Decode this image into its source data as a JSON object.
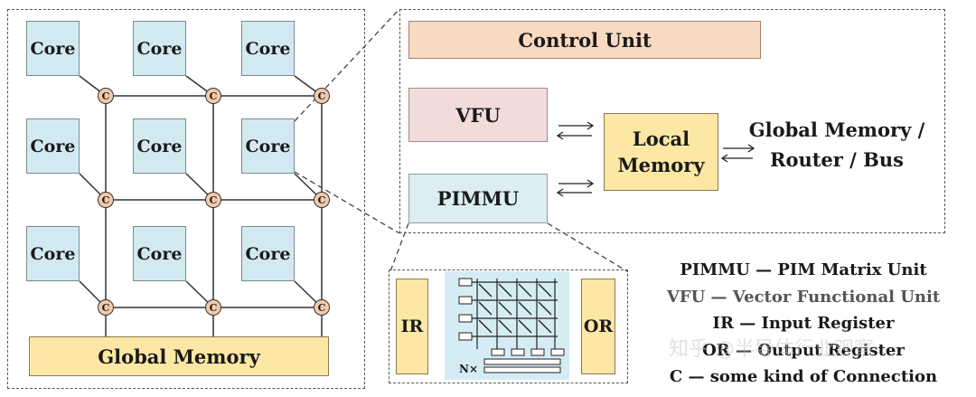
{
  "grid": {
    "cores": [
      "Core",
      "Core",
      "Core",
      "Core",
      "Core",
      "Core",
      "Core",
      "Core",
      "Core"
    ],
    "connection_symbol": "C",
    "global_memory": "Global Memory"
  },
  "detail": {
    "control_unit": "Control Unit",
    "vfu": "VFU",
    "pimmu": "PIMMU",
    "local_memory": "Local Memory",
    "external": "Global Memory / Router / Bus"
  },
  "pimmu_detail": {
    "ir": "IR",
    "or": "OR",
    "multiplier": "N×"
  },
  "legend": [
    "PIMMU — PIM Matrix Unit",
    "VFU — Vector Functional Unit",
    "IR — Input Register",
    "OR — Output Register",
    "C — some kind of Connection"
  ],
  "watermark": "知乎 @半导体行业观察",
  "colors": {
    "core_fill": "#d3e9f2",
    "connection_fill": "#f4c9a8",
    "memory_fill": "#fde7a4",
    "control_fill": "#fad9c1",
    "vfu_fill": "#f2dcdb",
    "pimmu_fill": "#dbeef3",
    "legend_vfu_text": "#555555"
  }
}
